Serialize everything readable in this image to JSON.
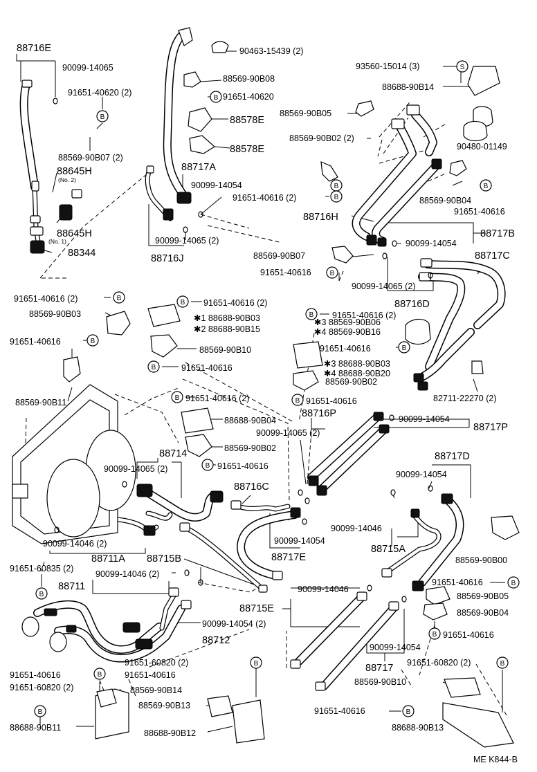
{
  "markers": {
    "b": "B",
    "s": "S"
  },
  "labels": {
    "l_88716E": "88716E",
    "l_90099_14065_a": "90099-14065",
    "l_91651_40620_2": "91651-40620 (2)",
    "l_88569_90B07_2": "88569-90B07 (2)",
    "l_88645H_2": "88645H",
    "l_no2": "(No. 2)",
    "l_88645H_1": "88645H",
    "l_no1": "(No. 1)",
    "l_88344": "88344",
    "l_90463": "90463-15439 (2)",
    "l_88569_90B08": "88569-90B08",
    "l_91651_40620": "91651-40620",
    "l_88578E_a": "88578E",
    "l_88578E_b": "88578E",
    "l_88717A": "88717A",
    "l_90099_14054_a": "90099-14054",
    "l_91651_40616_2_a": "91651-40616 (2)",
    "l_90099_14065_2_a": "90099-14065 (2)",
    "l_88716J": "88716J",
    "l_93560": "93560-15014 (3)",
    "l_88688_90B14": "88688-90B14",
    "l_88569_90B05_a": "88569-90B05",
    "l_88569_90B02_2": "88569-90B02 (2)",
    "l_90480": "90480-01149",
    "l_88569_90B04_a": "88569-90B04",
    "l_91651_40616_a": "91651-40616",
    "l_88716H": "88716H",
    "l_88717B": "88717B",
    "l_90099_14054_b": "90099-14054",
    "l_88569_90B07": "88569-90B07",
    "l_91651_40616_b": "91651-40616",
    "l_88717C": "88717C",
    "l_90099_14065_2_b": "90099-14065 (2)",
    "l_88716D": "88716D",
    "l_91651_40616_2_b": "91651-40616 (2)",
    "l_88569_90B03": "88569-90B03",
    "l_91651_40616_2_c": "91651-40616 (2)",
    "l_star1_b03": "✱1 88688-90B03",
    "l_star2_b15": "✱2 88688-90B15",
    "l_88569_90B10": "88569-90B10",
    "l_91651_40616_c": "91651-40616",
    "l_91651_40616_d": "91651-40616",
    "l_88569_90B11": "88569-90B11",
    "l_91651_40616_2_d": "91651-40616 (2)",
    "l_star3_b06": "✱3 88569-90B06",
    "l_star4_b16": "✱4 88569-90B16",
    "l_91651_40616_e": "91651-40616",
    "l_star3_b03": "✱3  88688-90B03",
    "l_star4_b20": "✱4  88688-90B20",
    "l_88569_90B02_a": "88569-90B02",
    "l_91651_40616_f": "91651-40616",
    "l_82711": "82711-22270 (2)",
    "l_91651_40616_2_e": "91651-40616 (2)",
    "l_88688_90B04": "88688-90B04",
    "l_88569_90B02_b": "88569-90B02",
    "l_91651_40616_g": "91651-40616",
    "l_88716P": "88716P",
    "l_90099_14065_2_c": "90099-14065 (2)",
    "l_90099_14054_c": "90099-14054",
    "l_88717P": "88717P",
    "l_88714": "88714",
    "l_90099_14065_2_d": "90099-14065 (2)",
    "l_88716C": "88716C",
    "l_88717D": "88717D",
    "l_90099_14054_d": "90099-14054",
    "l_90099_14046": "90099-14046",
    "l_90099_14054_e": "90099-14054",
    "l_88715A": "88715A",
    "l_88717E": "88717E",
    "l_90099_14046_2_a": "90099-14046 (2)",
    "l_88711A": "88711A",
    "l_88715B": "88715B",
    "l_91651_60835_2": "91651-60835 (2)",
    "l_90099_14046_2_b": "90099-14046 (2)",
    "l_88711": "88711",
    "l_88715E": "88715E",
    "l_90099_14046_b": "90099-14046",
    "l_91651_40616_h": "91651-40616",
    "l_88569_90B00": "88569-90B00",
    "l_88569_90B05_b": "88569-90B05",
    "l_88569_90B04_b": "88569-90B04",
    "l_91651_40616_i": "91651-40616",
    "l_90099_14054_2": "90099-14054 (2)",
    "l_88712": "88712",
    "l_90099_14054_f": "90099-14054",
    "l_88717": "88717",
    "l_91651_40616_j": "91651-40616",
    "l_91651_60820_2_a": "91651-60820 (2)",
    "l_91651_60820_2_b": "91651-60820 (2)",
    "l_91651_40616_k": "91651-40616",
    "l_88569_90B14": "88569-90B14",
    "l_88569_90B13": "88569-90B13",
    "l_91651_60820_2_c": "91651-60820 (2)",
    "l_88569_90B10_b": "88569-90B10",
    "l_88688_90B11": "88688-90B11",
    "l_88688_90B12": "88688-90B12",
    "l_91651_40616_l": "91651-40616",
    "l_88688_90B13": "88688-90B13",
    "l_code": "ME K844-B"
  }
}
